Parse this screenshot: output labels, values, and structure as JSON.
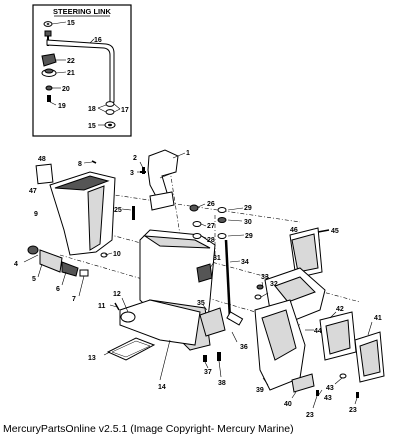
{
  "inset": {
    "title": "STEERING LINK"
  },
  "callouts": [
    {
      "id": "c15a",
      "text": "15"
    },
    {
      "id": "c16",
      "text": "16"
    },
    {
      "id": "c22",
      "text": "22"
    },
    {
      "id": "c21",
      "text": "21"
    },
    {
      "id": "c20",
      "text": "20"
    },
    {
      "id": "c19",
      "text": "19"
    },
    {
      "id": "c18",
      "text": "18"
    },
    {
      "id": "c17",
      "text": "17"
    },
    {
      "id": "c15b",
      "text": "15"
    },
    {
      "id": "c1",
      "text": "1"
    },
    {
      "id": "c2",
      "text": "2"
    },
    {
      "id": "c3",
      "text": "3"
    },
    {
      "id": "c48",
      "text": "48"
    },
    {
      "id": "c8",
      "text": "8"
    },
    {
      "id": "c47",
      "text": "47"
    },
    {
      "id": "c9",
      "text": "9"
    },
    {
      "id": "c25",
      "text": "25"
    },
    {
      "id": "c26",
      "text": "26"
    },
    {
      "id": "c29a",
      "text": "29"
    },
    {
      "id": "c30",
      "text": "30"
    },
    {
      "id": "c27",
      "text": "27"
    },
    {
      "id": "c29b",
      "text": "29"
    },
    {
      "id": "c28",
      "text": "28"
    },
    {
      "id": "c46",
      "text": "46"
    },
    {
      "id": "c45",
      "text": "45"
    },
    {
      "id": "c4",
      "text": "4"
    },
    {
      "id": "c10",
      "text": "10"
    },
    {
      "id": "c31",
      "text": "31"
    },
    {
      "id": "c34",
      "text": "34"
    },
    {
      "id": "c5",
      "text": "5"
    },
    {
      "id": "c6",
      "text": "6"
    },
    {
      "id": "c7",
      "text": "7"
    },
    {
      "id": "c33",
      "text": "33"
    },
    {
      "id": "c32",
      "text": "32"
    },
    {
      "id": "c11",
      "text": "11"
    },
    {
      "id": "c12",
      "text": "12"
    },
    {
      "id": "c35",
      "text": "35"
    },
    {
      "id": "c42",
      "text": "42"
    },
    {
      "id": "c41",
      "text": "41"
    },
    {
      "id": "c44",
      "text": "44"
    },
    {
      "id": "c13",
      "text": "13"
    },
    {
      "id": "c36",
      "text": "36"
    },
    {
      "id": "c37",
      "text": "37"
    },
    {
      "id": "c38",
      "text": "38"
    },
    {
      "id": "c14",
      "text": "14"
    },
    {
      "id": "c39",
      "text": "39"
    },
    {
      "id": "c43a",
      "text": "43"
    },
    {
      "id": "c40",
      "text": "40"
    },
    {
      "id": "c23a",
      "text": "23"
    },
    {
      "id": "c43b",
      "text": "43"
    },
    {
      "id": "c23b",
      "text": "23"
    }
  ],
  "footer": {
    "text": "MercuryPartsOnline v2.5.1 (Image Copyright- Mercury Marine)"
  }
}
